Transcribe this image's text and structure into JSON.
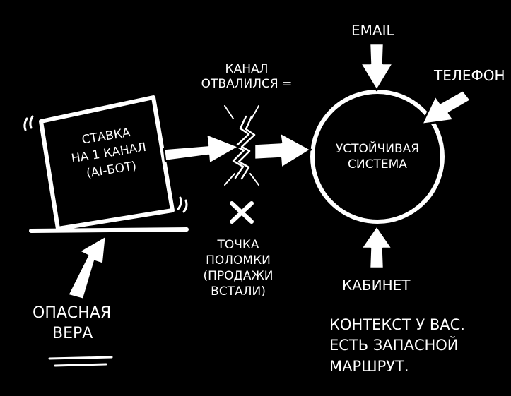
{
  "box": {
    "line1": "СТАВКА",
    "line2": "НА 1 КАНАЛ",
    "line3": "(AI-БОТ)"
  },
  "danger": {
    "line1": "ОПАСНАЯ",
    "line2": "ВЕРА"
  },
  "break": {
    "line1": "КАНАЛ",
    "line2": "ОТВАЛИЛСЯ ="
  },
  "failure": {
    "line1": "ТОЧКА",
    "line2": "ПОЛОМКИ",
    "line3": "(ПРОДАЖИ",
    "line4": "ВСТАЛИ)"
  },
  "system": {
    "line1": "УСТОЙЧИВАЯ",
    "line2": "СИСТЕМА"
  },
  "inputs": {
    "email": "EMAIL",
    "phone": "ТЕЛЕФОН",
    "cabinet": "КАБИНЕТ"
  },
  "conclusion": {
    "line1": "КОНТЕКСТ У ВАС.",
    "line2": "ЕСТЬ ЗАПАСНОЙ",
    "line3": "МАРШРУТ."
  }
}
